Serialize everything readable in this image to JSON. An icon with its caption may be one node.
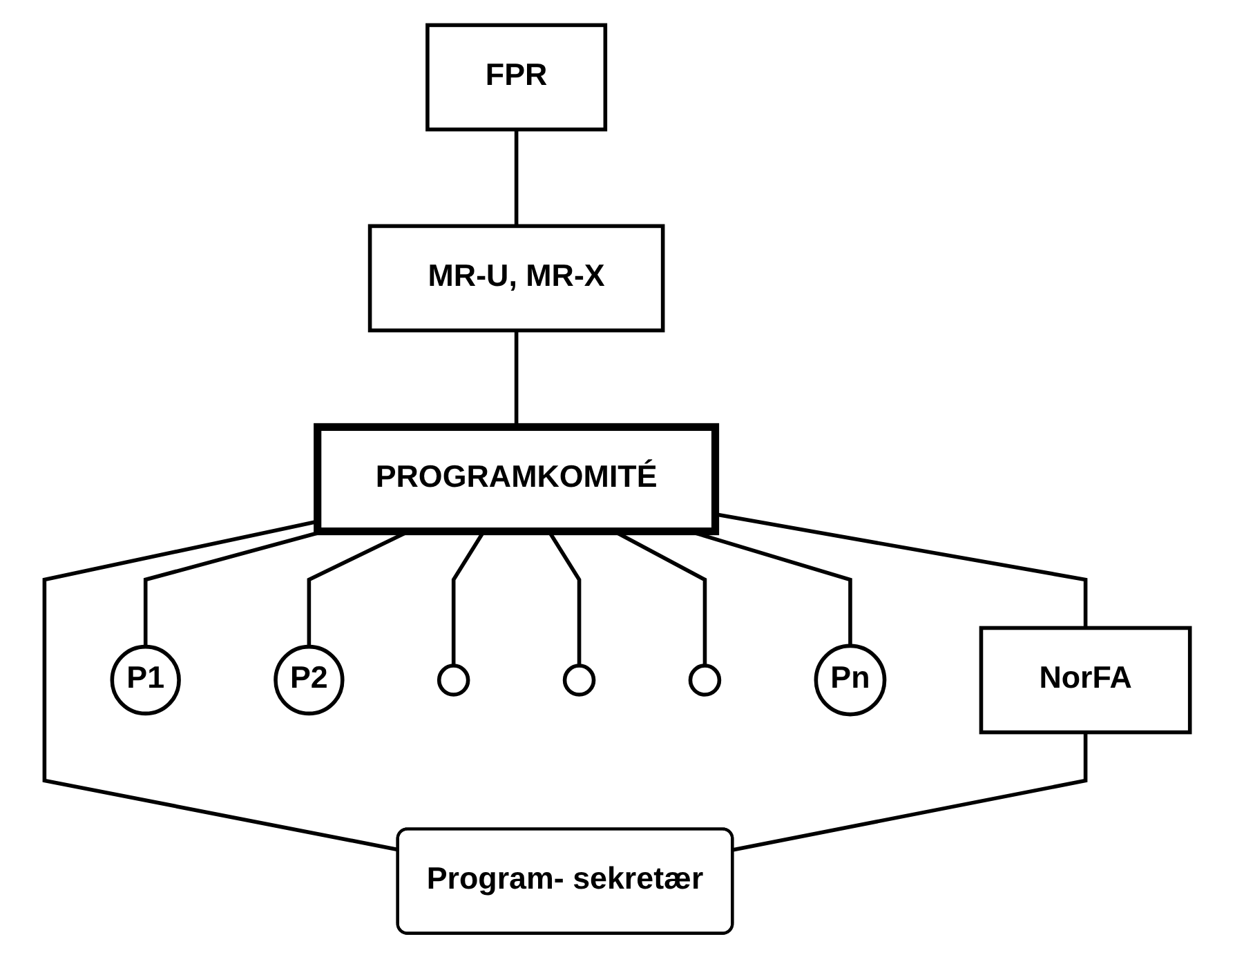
{
  "diagram": {
    "nodes": [
      {
        "text": [
          "FPR"
        ]
      },
      {
        "text": [
          "MR-U, MR-X"
        ]
      },
      {
        "text": [
          "PROGRAMKOMITÉ"
        ]
      },
      {
        "text": [
          "NorFA"
        ]
      },
      {
        "text": [
          "Program- sekretær"
        ]
      },
      {
        "text": [
          "P1"
        ]
      },
      {
        "text": [
          "P2"
        ]
      },
      {
        "text": [],
        "shape": "circle"
      },
      {
        "text": [],
        "shape": "circle"
      },
      {
        "text": [],
        "shape": "circle"
      },
      {
        "text": [
          "Pn"
        ]
      }
    ],
    "edges": [
      {
        "from": 0,
        "to": 1,
        "arrow": "none"
      },
      {
        "from": 1,
        "to": 2,
        "arrow": "none"
      },
      {
        "from": 2,
        "to": 3,
        "arrow": "none"
      },
      {
        "from": 2,
        "to": 4,
        "arrow": "none"
      },
      {
        "from": 3,
        "to": 4,
        "arrow": "none"
      },
      {
        "from": 2,
        "to": 5,
        "arrow": "none"
      },
      {
        "from": 2,
        "to": 6,
        "arrow": "none"
      },
      {
        "from": 2,
        "to": 7,
        "arrow": "none"
      },
      {
        "from": 2,
        "to": 8,
        "arrow": "none"
      },
      {
        "from": 2,
        "to": 9,
        "arrow": "none"
      },
      {
        "from": 2,
        "to": 10,
        "arrow": "none"
      }
    ]
  }
}
